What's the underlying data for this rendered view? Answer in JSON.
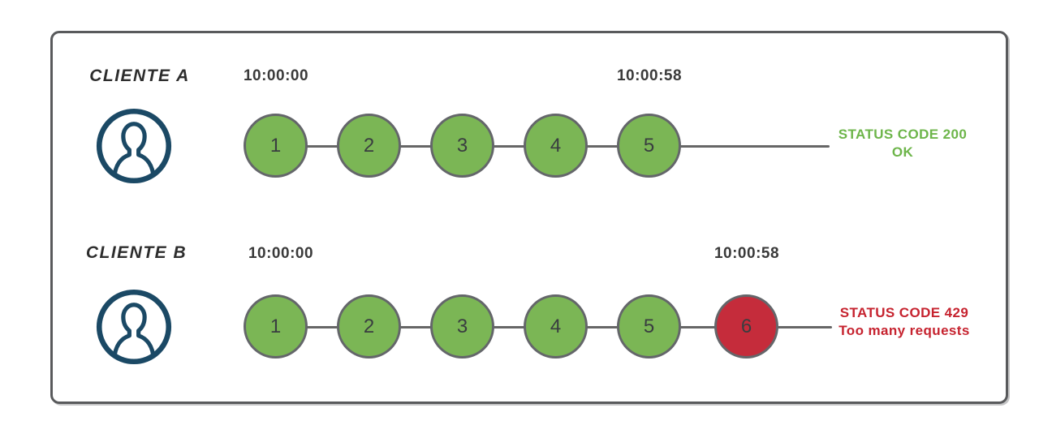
{
  "diagram": {
    "title_semantics": "rate-limit comparison of two clients",
    "rows": [
      {
        "client": "CLIENTE A",
        "start_time": "10:00:00",
        "end_time": "10:00:58",
        "requests": [
          "1",
          "2",
          "3",
          "4",
          "5"
        ],
        "status": {
          "code_line": "STATUS CODE 200",
          "message_line": "OK",
          "type": "success"
        }
      },
      {
        "client": "CLIENTE B",
        "start_time": "10:00:00",
        "end_time": "10:00:58",
        "requests": [
          "1",
          "2",
          "3",
          "4",
          "5",
          "6"
        ],
        "status": {
          "code_line": "STATUS CODE 429",
          "message_line": "Too many requests",
          "type": "error"
        }
      }
    ],
    "colors": {
      "success_green": "#7bb655",
      "error_red": "#c52c3b",
      "status_green_text": "#6db54a",
      "status_red_text": "#c6232f",
      "avatar_navy": "#1b4965",
      "line_gray": "#666666",
      "frame_border": "#595a5c"
    }
  }
}
